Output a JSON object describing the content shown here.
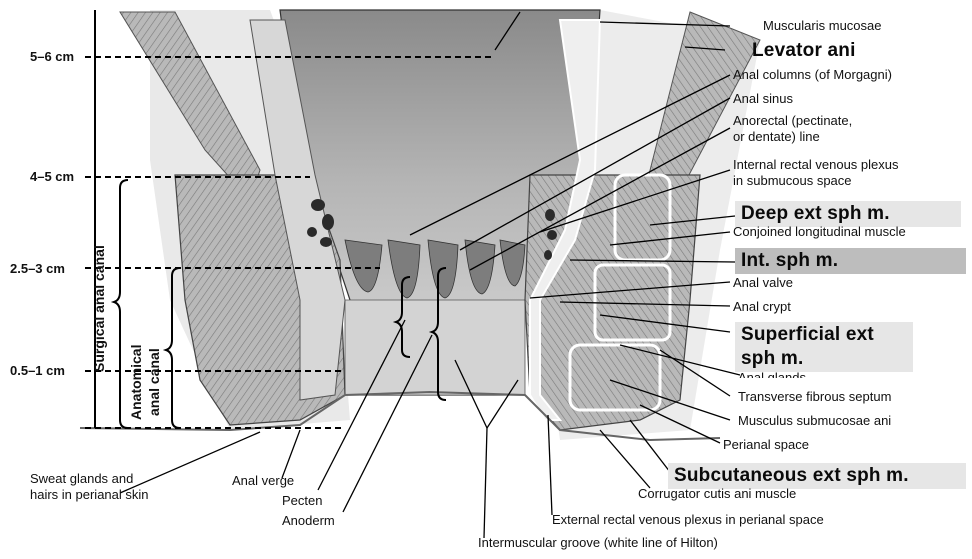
{
  "depth_markers": [
    "5–6 cm",
    "4–5 cm",
    "2.5–3 cm",
    "0.5–1 cm"
  ],
  "canal_labels": {
    "surgical": "Surgical anal canal",
    "anatomical_line1": "Anatomical",
    "anatomical_line2": "anal canal"
  },
  "right_labels": {
    "muscularis_mucosae": "Muscularis mucosae",
    "levator_ani": "Levator ani",
    "anal_columns": "Anal columns (of Morgagni)",
    "anal_sinus": "Anal sinus",
    "anorectal_line_1": "Anorectal (pectinate,",
    "anorectal_line_2": "or dentate) line",
    "internal_plexus_1": "Internal rectal venous plexus",
    "internal_plexus_2": "in submucous space",
    "deep_ext": "Deep  ext sph m.",
    "conjoined": "Conjoined longitudinal muscle",
    "int_sph": "Int. sph  m.",
    "anal_valve": "Anal valve",
    "anal_crypt": "Anal crypt",
    "superficial_1": "Superficial ext",
    "superficial_2": "sph m.",
    "anal_glands": "Anal glands",
    "transverse_septum": "Transverse fibrous septum",
    "musculus_submucosae": "Musculus submucosae ani",
    "perianal_space": "Perianal space",
    "subcutaneous_ext": "Subcutaneous ext sph m.",
    "corrugator": "Corrugator cutis ani muscle",
    "external_plexus": "External rectal venous plexus in perianal space",
    "intermuscular_groove": "Intermuscular groove (white line of Hilton)"
  },
  "bottom_labels": {
    "sweat_1": "Sweat glands and",
    "sweat_2": "hairs in perianal skin",
    "anal_verge": "Anal verge",
    "pecten": "Pecten",
    "anoderm": "Anoderm"
  },
  "colors": {
    "tissue_light": "#d8d8d8",
    "tissue_mid": "#a9a9a9",
    "tissue_dark": "#6e6e6e",
    "line": "#000000",
    "highlight_box": "#e6e6e6",
    "highlight_box_dark": "#bdbdbd"
  }
}
